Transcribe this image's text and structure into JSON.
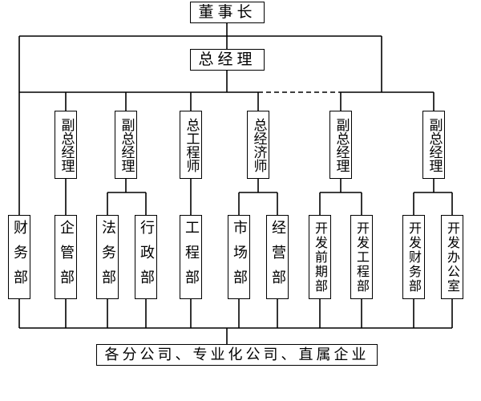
{
  "org_chart": {
    "chairman": "董事长",
    "general_manager": "总经理",
    "executives": [
      "副总经理",
      "副总经理",
      "总工程师",
      "总经济师",
      "副总经理",
      "副总经理"
    ],
    "departments": {
      "finance": "财务部",
      "enterprise_management": "企管部",
      "legal": "法务部",
      "administration": "行政部",
      "engineering": "工程部",
      "marketing": "市场部",
      "operations": "经营部",
      "development_preliminary": "开发前期部",
      "development_engineering": "开发工程部",
      "development_finance": "开发财务部",
      "development_office": "开发办公室"
    },
    "subsidiaries": "各分公司、专业化公司、直属企业"
  }
}
